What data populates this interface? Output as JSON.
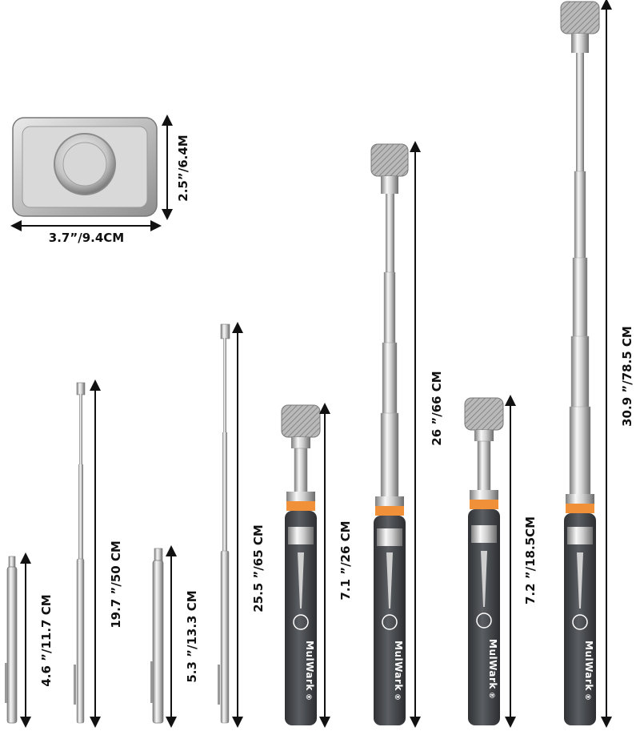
{
  "colors": {
    "background": "#ffffff",
    "chrome_light": "#f2f2f2",
    "chrome_dark": "#8a8a8a",
    "handle_grey": "#4a4d50",
    "accent_orange": "#f0913a",
    "arrow": "#111111"
  },
  "tray": {
    "width_label": "3.7”/9.4CM",
    "height_label": "2.5”/6.4M"
  },
  "pens": [
    {
      "id": "pen-small-1",
      "label": "4.6 ”/11.7 CM"
    },
    {
      "id": "pen-small-1-extended",
      "label": "19.7 ”/50 CM"
    },
    {
      "id": "pen-small-2",
      "label": "5.3 ”/13.3 CM"
    },
    {
      "id": "pen-small-2-extended",
      "label": "25.5 ”/65 CM"
    }
  ],
  "wands": [
    {
      "id": "wand-1",
      "label": "7.1 ”/26 CM",
      "brand": "MulWark",
      "mark": "®"
    },
    {
      "id": "wand-1-extended",
      "label": "26 ”/66 CM",
      "brand": "MulWark",
      "mark": "®"
    },
    {
      "id": "wand-2",
      "label": "7.2 ”/18.5CM",
      "brand": "MulWark",
      "mark": "®"
    },
    {
      "id": "wand-2-extended",
      "label": "30.9 ”/78.5 CM",
      "brand": "MulWark",
      "mark": "®"
    }
  ]
}
